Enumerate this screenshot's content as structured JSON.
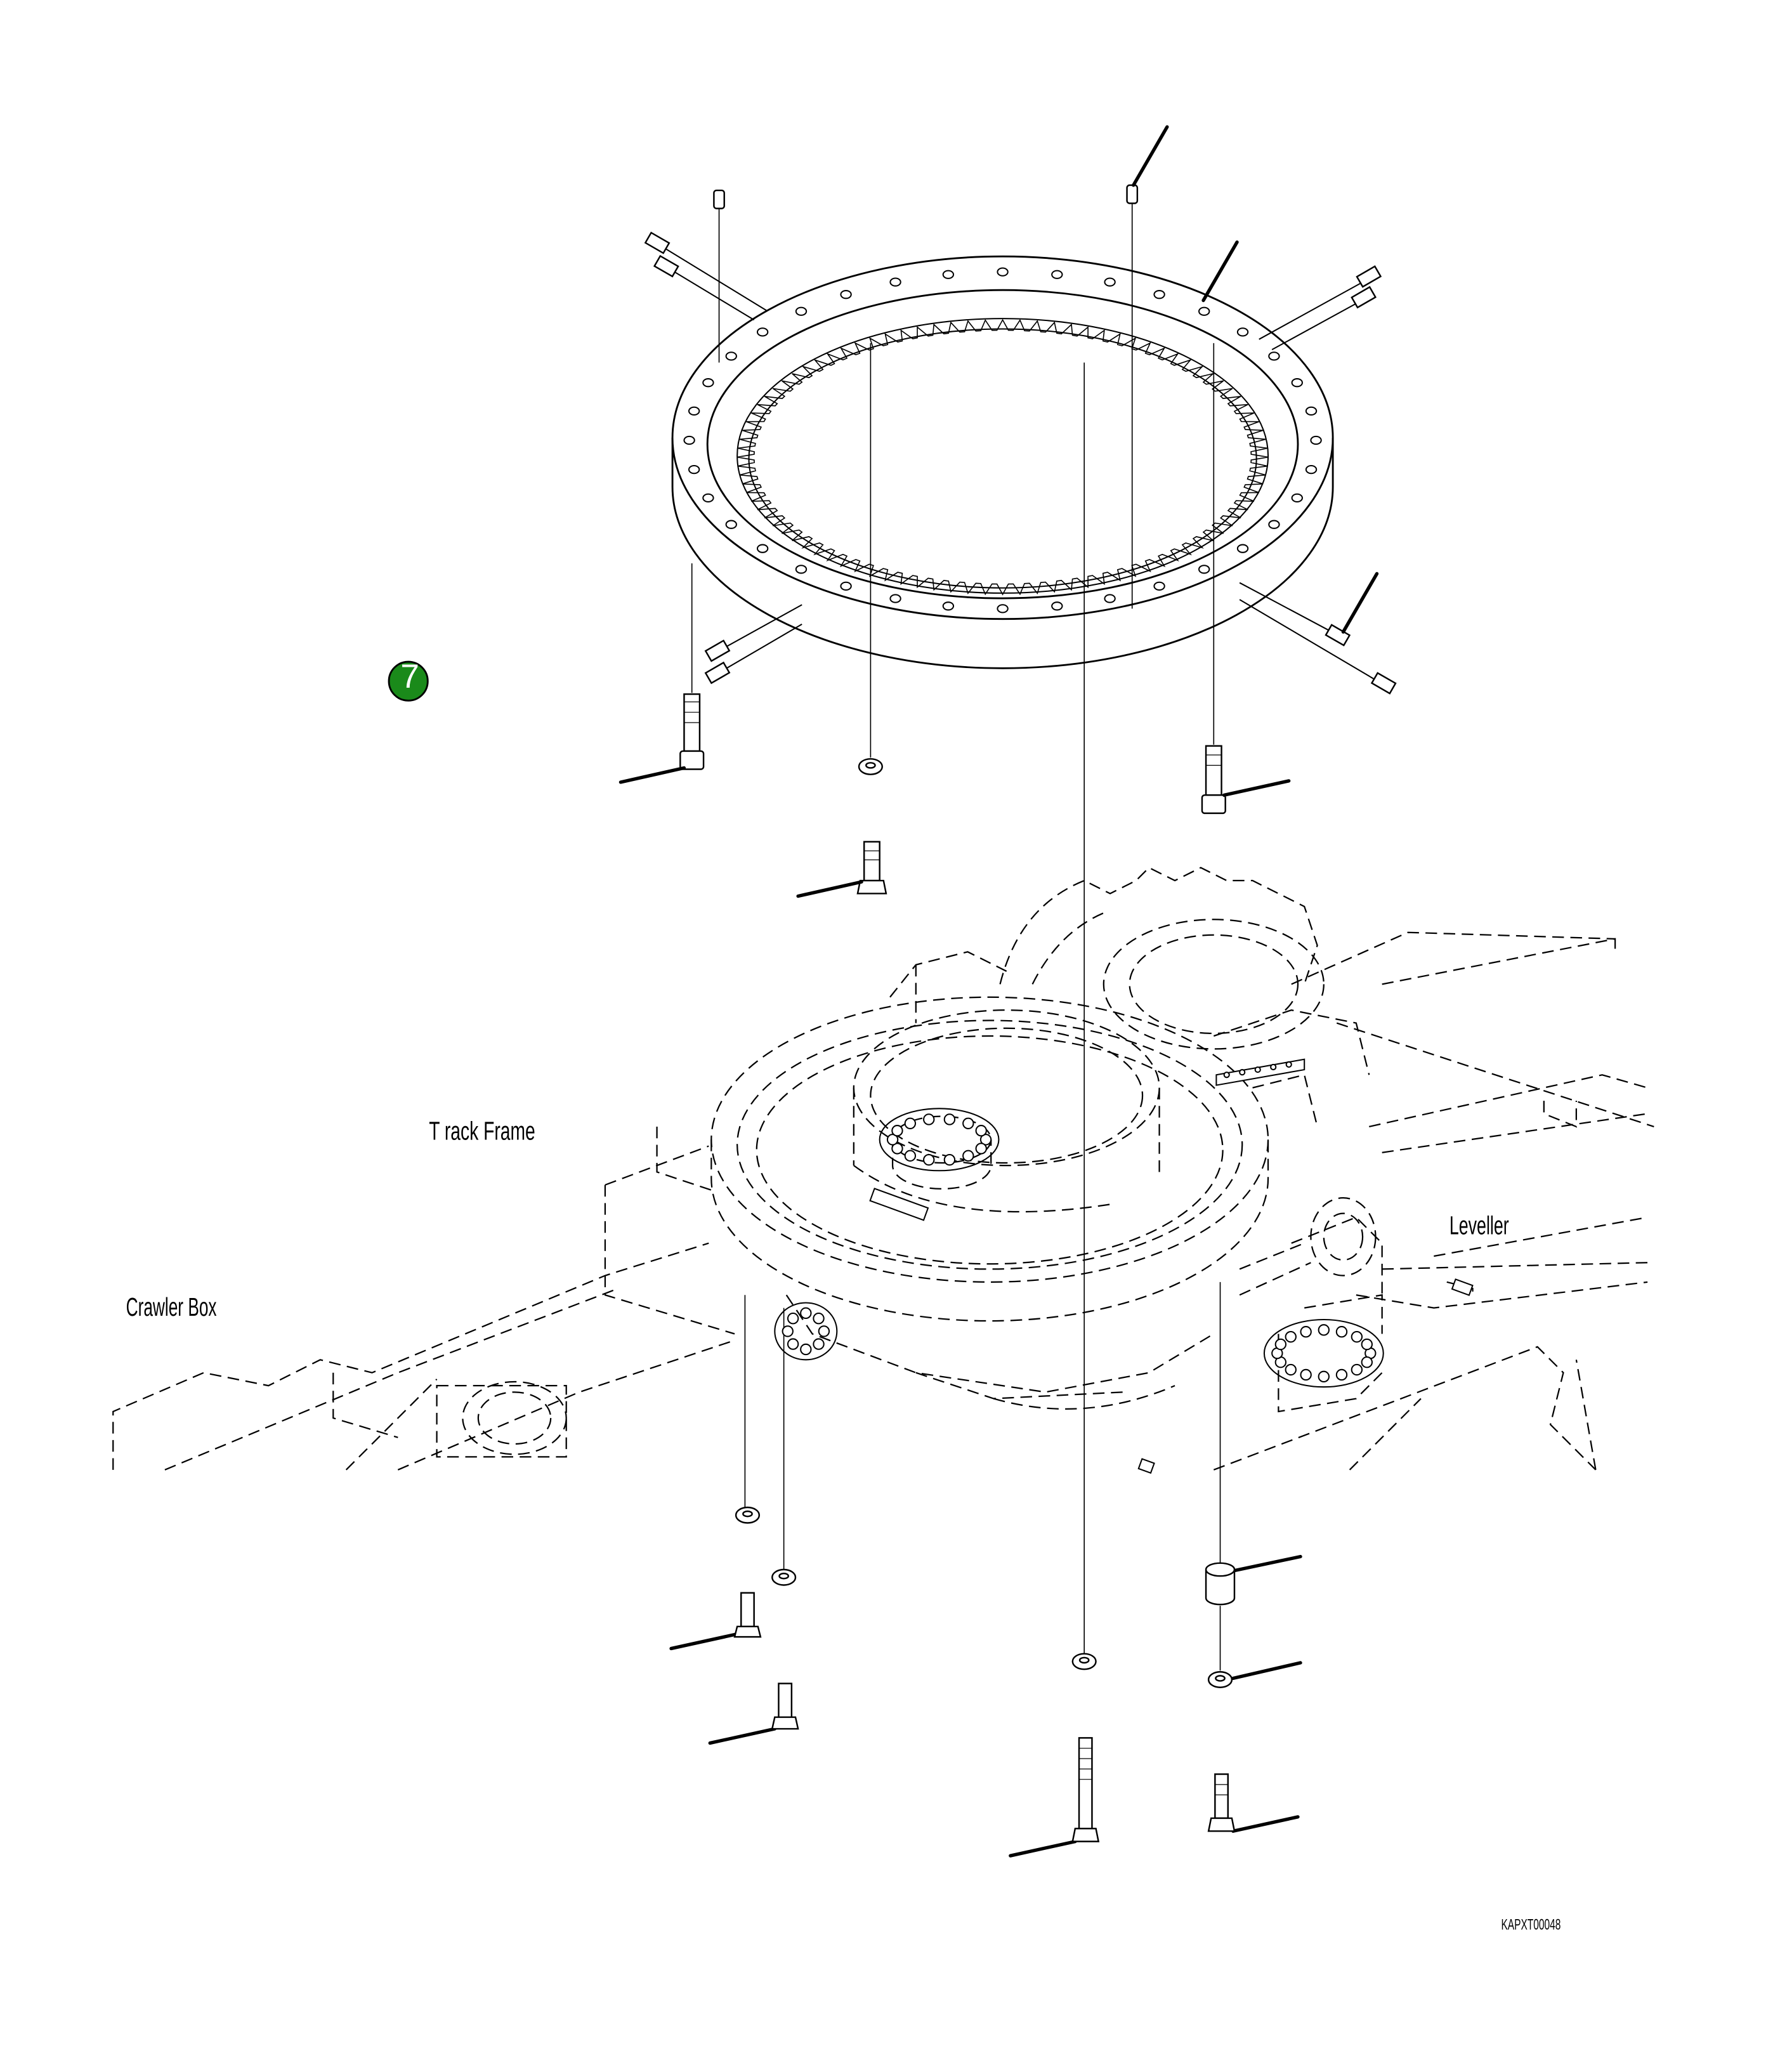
{
  "labels": {
    "track_frame": "T rack Frame",
    "leveller": "Leveller",
    "crawler_box": "Crawler Box",
    "figure_code": "KAPXT00048"
  },
  "callout": {
    "number": "7",
    "color": "#1a8a1a"
  },
  "colors": {
    "line": "#000000",
    "background": "#ffffff"
  }
}
